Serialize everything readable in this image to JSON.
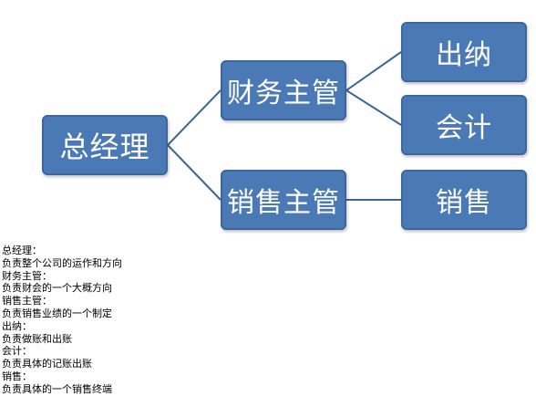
{
  "diagram": {
    "nodes": {
      "root": "总经理",
      "finance_manager": "财务主管",
      "sales_manager": "销售主管",
      "cashier": "出纳",
      "accountant": "会计",
      "sales": "销售"
    },
    "colors": {
      "node_fill": "#4a79b5",
      "node_border": "#3d679c",
      "connector": "#3d6696",
      "node_text": "#ffffff"
    }
  },
  "descriptions": [
    "总经理：",
    "负责整个公司的运作和方向",
    "财务主管：",
    "负责财会的一个大概方向",
    "销售主管：",
    "负责销售业绩的一个制定",
    "出纳：",
    "负责做账和出账",
    "会计：",
    "负责具体的记账出账",
    "销售：",
    "负责具体的一个销售终端"
  ]
}
